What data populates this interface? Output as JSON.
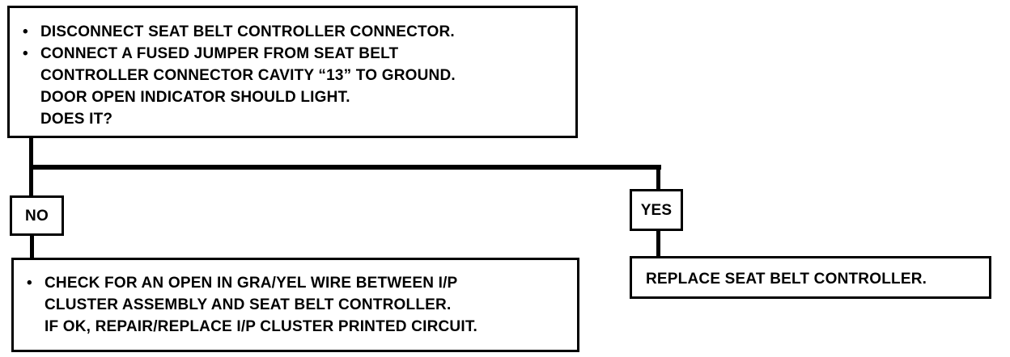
{
  "top_box": {
    "bullets": [
      {
        "lines": [
          "DISCONNECT SEAT BELT CONTROLLER CONNECTOR."
        ]
      },
      {
        "lines": [
          "CONNECT A FUSED JUMPER FROM SEAT BELT",
          "CONTROLLER CONNECTOR CAVITY “13” TO GROUND.",
          "DOOR OPEN INDICATOR SHOULD LIGHT.",
          "DOES IT?"
        ]
      }
    ],
    "bullet_symbol": "•"
  },
  "no_label": "NO",
  "yes_label": "YES",
  "no_box": {
    "bullet_symbol": "•",
    "lines": [
      "CHECK FOR AN OPEN IN GRA/YEL WIRE BETWEEN I/P",
      "CLUSTER ASSEMBLY AND SEAT BELT CONTROLLER.",
      "IF OK, REPAIR/REPLACE I/P CLUSTER PRINTED CIRCUIT."
    ]
  },
  "yes_box": {
    "text": "REPLACE SEAT BELT CONTROLLER."
  }
}
